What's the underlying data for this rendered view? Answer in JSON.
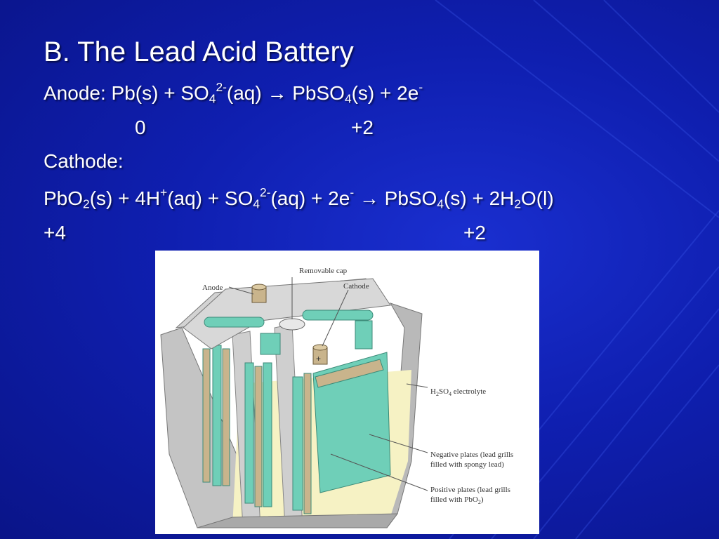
{
  "slide": {
    "title": "B.  The Lead Acid Battery",
    "anode": {
      "prefix": "Anode: Pb(s) + SO",
      "sub1": "4",
      "sup1": "2-",
      "mid": "(aq) → PbSO",
      "sub2": "4",
      "suffix": "(s) + 2e",
      "sup2": "-"
    },
    "anode_ox": {
      "left": "0",
      "right": "+2"
    },
    "cathode_label": "Cathode:",
    "cathode": {
      "t1": "PbO",
      "s1": "2",
      "t2": "(s) + 4H",
      "p1": "+",
      "t3": "(aq) + SO",
      "s2": "4",
      "p2": "2-",
      "t4": "(aq) + 2e",
      "p3": "-",
      "t5": " → PbSO",
      "s3": "4",
      "t6": "(s) + 2H",
      "s4": "2",
      "t7": "O(l)"
    },
    "cathode_ox": {
      "left": "+4",
      "right": "+2"
    }
  },
  "figure": {
    "labels": {
      "removable_cap": "Removable cap",
      "anode": "Anode",
      "cathode": "Cathode",
      "electrolyte_a": "H",
      "electrolyte_s1": "2",
      "electrolyte_b": "SO",
      "electrolyte_s2": "4",
      "electrolyte_c": " electrolyte",
      "negative_1": "Negative plates (lead grills",
      "negative_2": "filled with spongy lead)",
      "positive_1": "Positive plates (lead grills",
      "positive_2a": "filled with PbO",
      "positive_2s": "2",
      "positive_2b": ")",
      "plus_sign": "+"
    },
    "colors": {
      "plate_green": "#6fcfb8",
      "plate_tan": "#c9b48c",
      "casing_gray": "#bdbdbd",
      "electrolyte": "#f6f2c4"
    }
  }
}
